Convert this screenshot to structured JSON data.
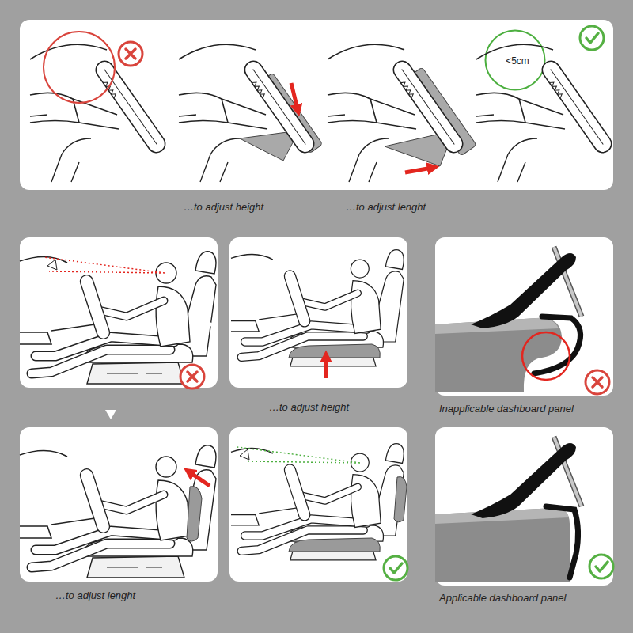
{
  "diagram": {
    "nodes": [
      {
        "text": [
          "…to adjust height",
          "…to adjust lenght"
        ]
      },
      {
        "text": [
          "<5cm"
        ],
        "in": 0
      },
      {
        "text": [
          "…to adjust height"
        ]
      },
      {
        "text": [
          "Inapplicable dashboard panel"
        ]
      },
      {
        "text": [
          "…to adjust lenght"
        ]
      },
      {
        "text": [
          "Applicable dashboard panel"
        ]
      }
    ]
  }
}
